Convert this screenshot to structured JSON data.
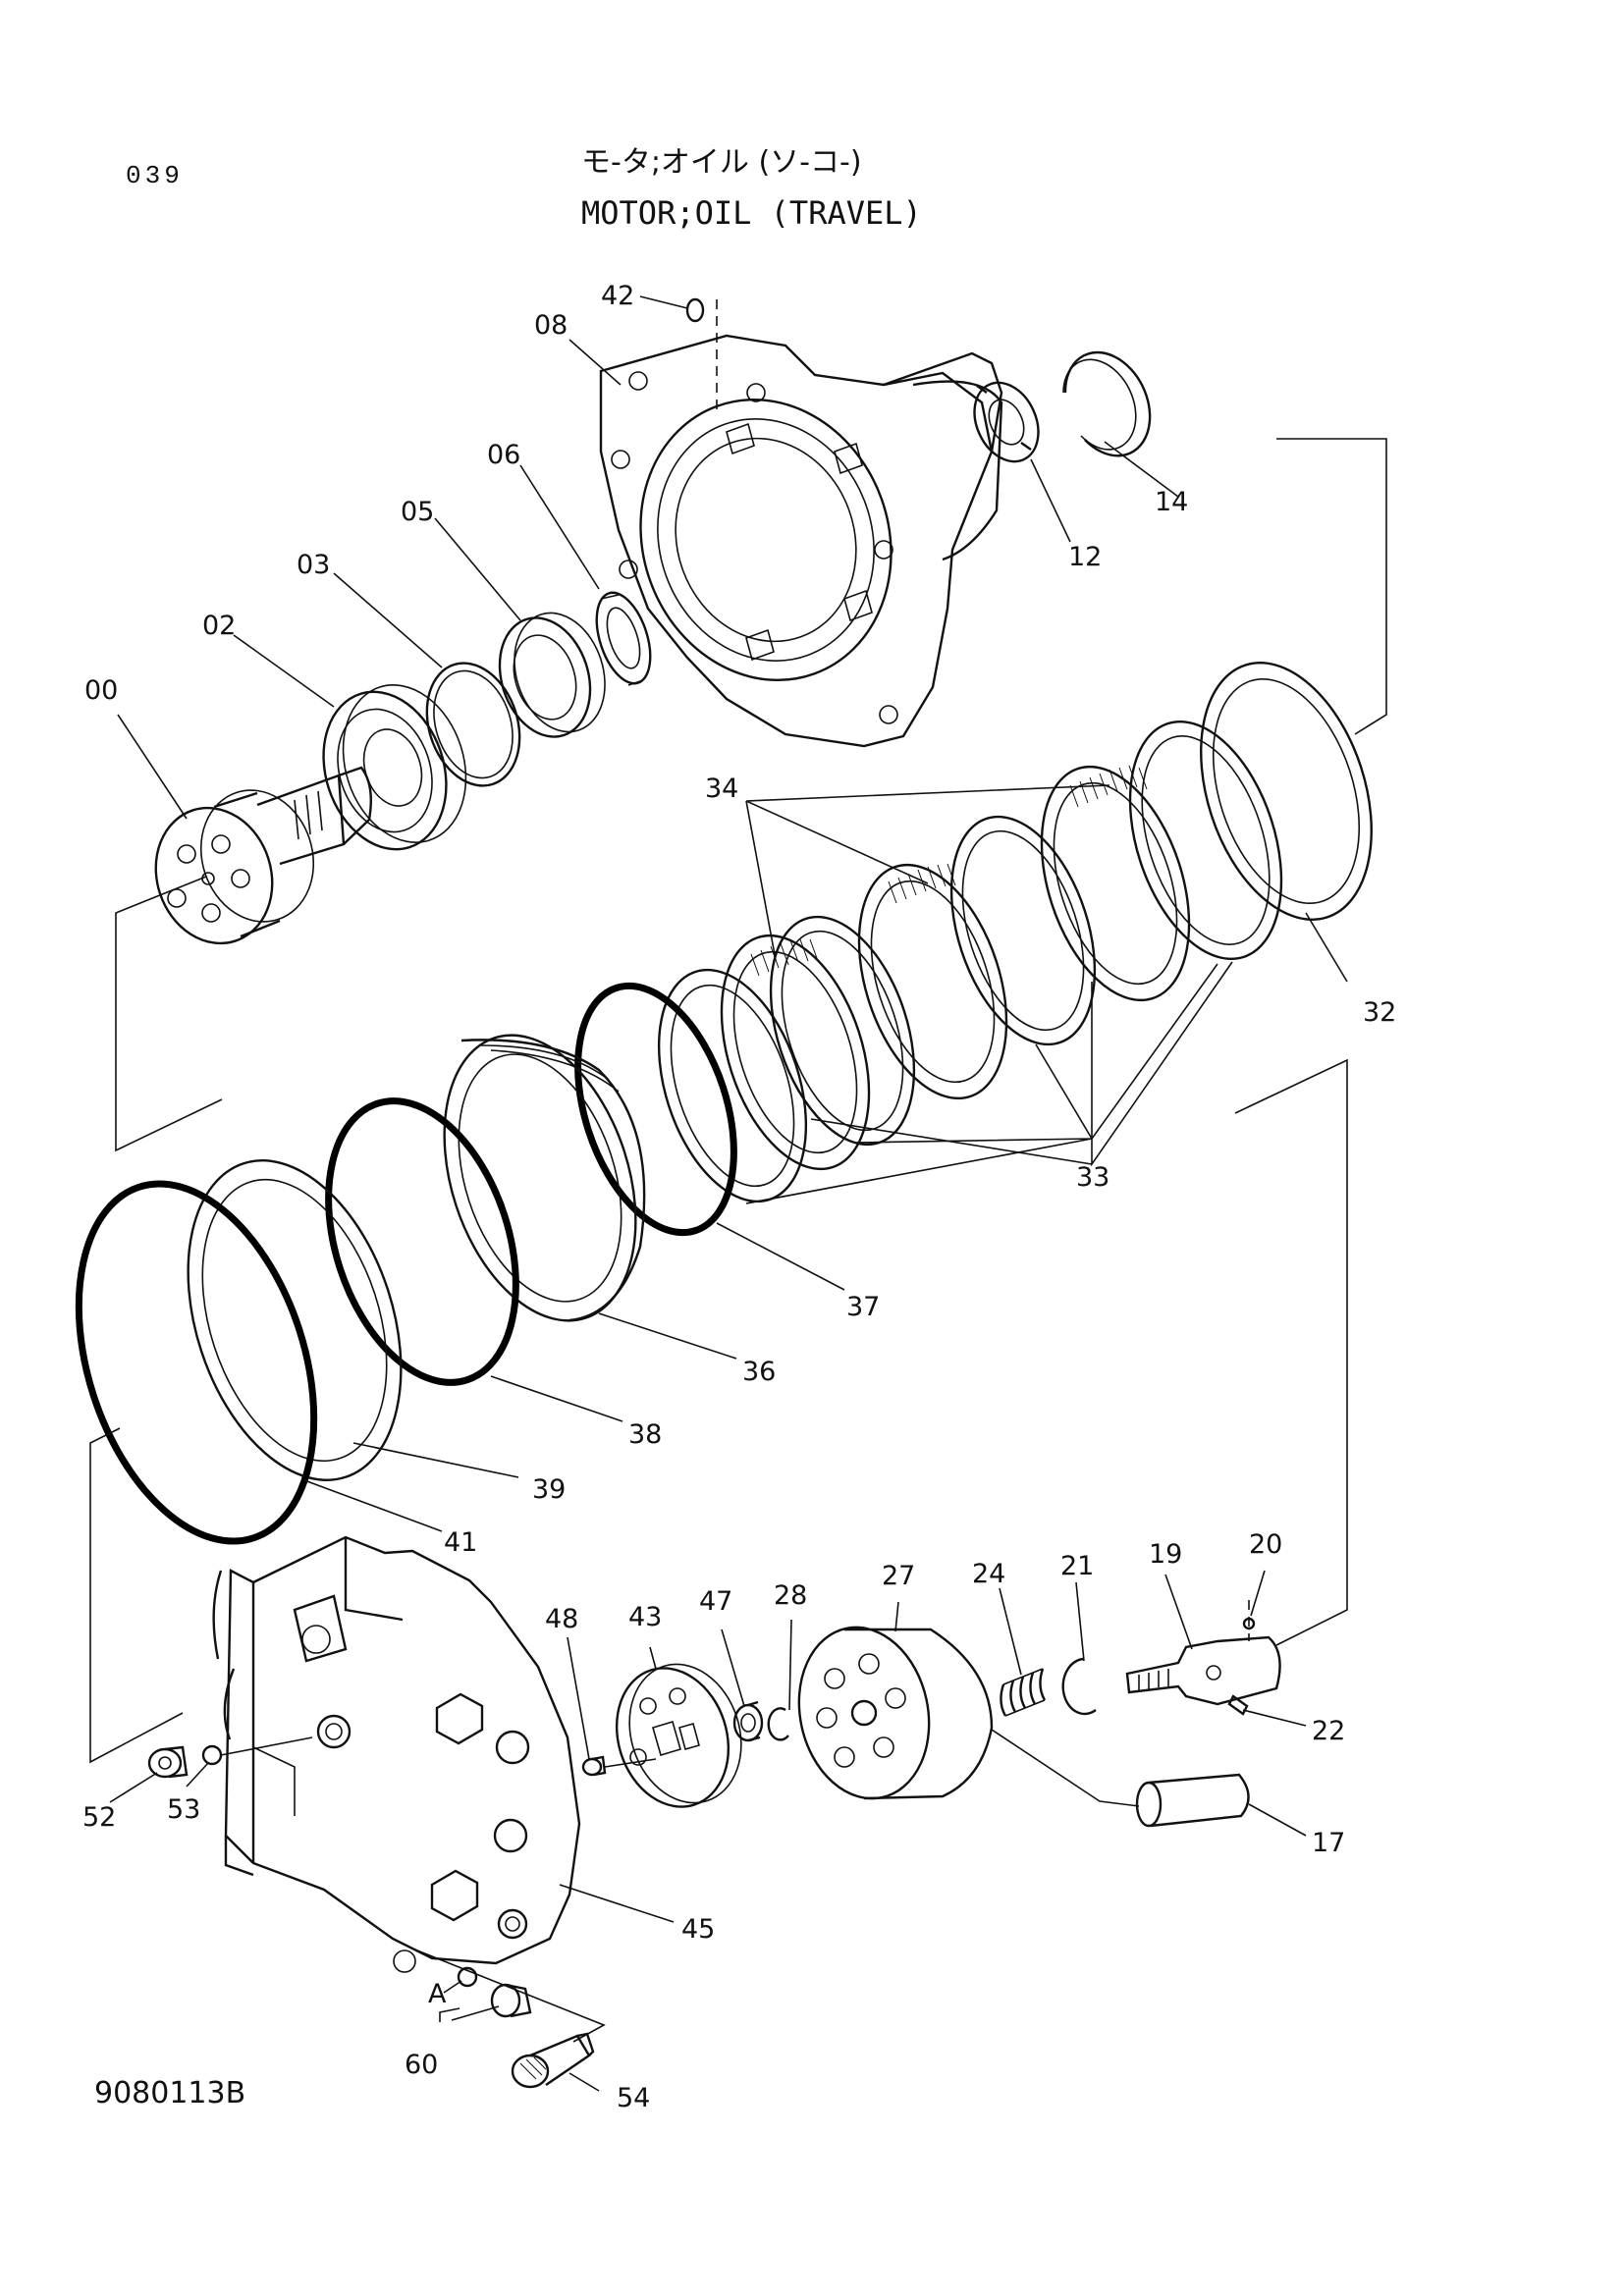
{
  "header": {
    "page_number": "039",
    "title_jp": "モ-タ;オイル (ソ-コ-)",
    "title_en": "MOTOR;OIL (TRAVEL)"
  },
  "footer": {
    "drawing_code": "9080113B"
  },
  "callouts": {
    "c00": "00",
    "c02": "02",
    "c03": "03",
    "c05": "05",
    "c06": "06",
    "c08": "08",
    "c12": "12",
    "c14": "14",
    "c17": "17",
    "c19": "19",
    "c20": "20",
    "c21": "21",
    "c22": "22",
    "c24": "24",
    "c27": "27",
    "c28": "28",
    "c32": "32",
    "c33": "33",
    "c34": "34",
    "c36": "36",
    "c37": "37",
    "c38": "38",
    "c39": "39",
    "c41": "41",
    "c42": "42",
    "c43": "43",
    "c45": "45",
    "c47": "47",
    "c48": "48",
    "c52": "52",
    "c53": "53",
    "c54": "54",
    "c60": "60",
    "cA": "A"
  }
}
